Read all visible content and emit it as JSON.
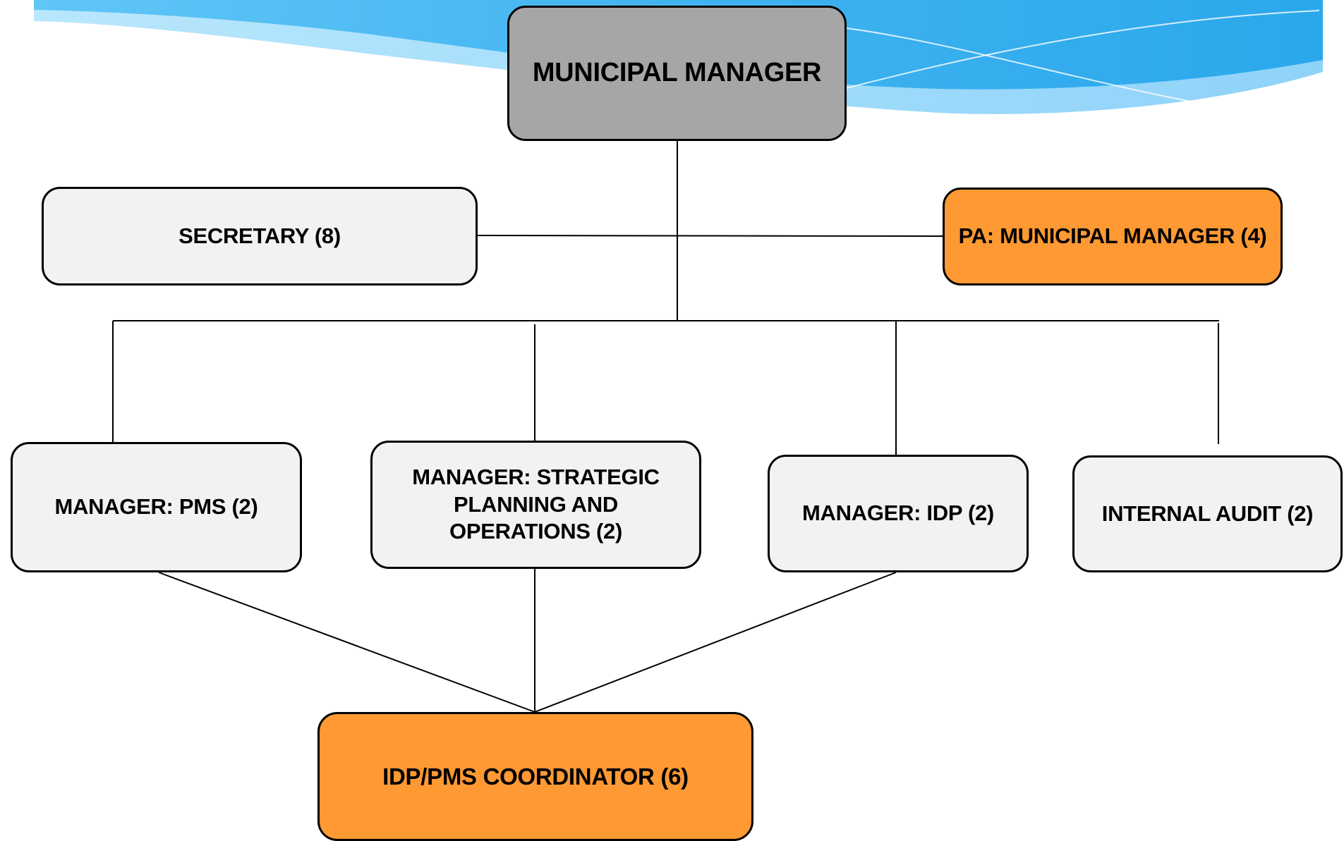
{
  "org_chart": {
    "municipal_manager": "MUNICIPAL MANAGER",
    "secretary": "SECRETARY (8)",
    "pa_municipal_manager": "PA: MUNICIPAL MANAGER (4)",
    "manager_pms": "MANAGER: PMS (2)",
    "manager_strategic": "MANAGER: STRATEGIC PLANNING AND OPERATIONS (2)",
    "manager_idp": "MANAGER: IDP (2)",
    "internal_audit": "INTERNAL AUDIT (2)",
    "idp_pms_coordinator": "IDP/PMS COORDINATOR (6)"
  },
  "colors": {
    "top_box": "#a6a6a6",
    "standard_box": "#f2f2f2",
    "highlight_box": "#ff9933",
    "wave_primary": "#4eb8f0",
    "wave_secondary": "#9ad8fb"
  }
}
